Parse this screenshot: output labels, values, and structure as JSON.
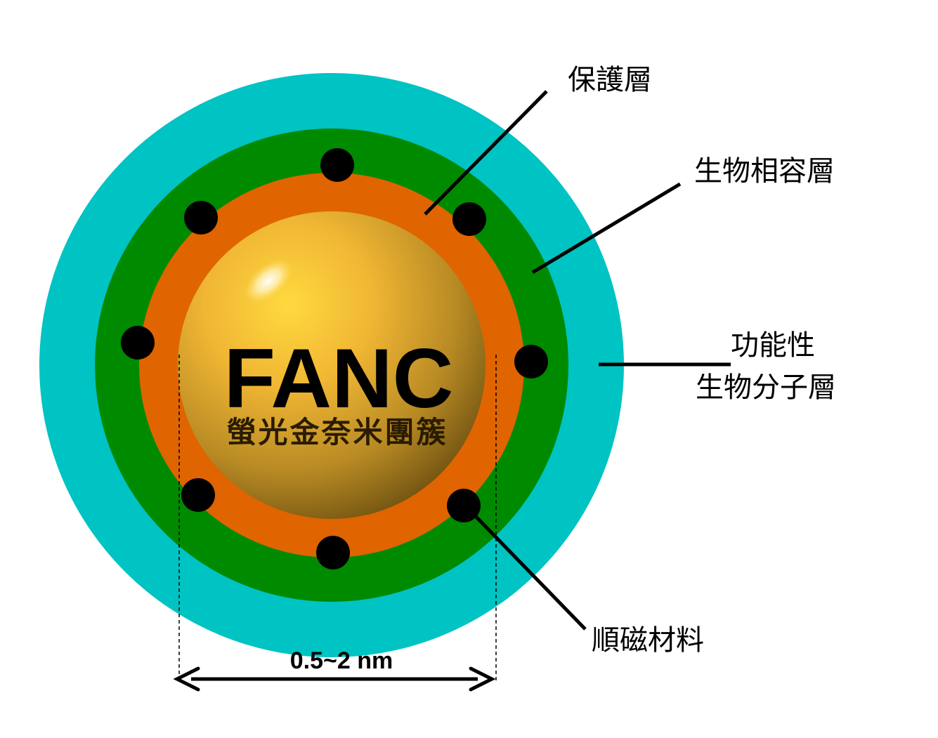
{
  "diagram": {
    "core": {
      "title": "FANC",
      "subtitle": "螢光金奈米團簇"
    },
    "labels": {
      "protective_layer": "保護層",
      "biocompatible_layer": "生物相容層",
      "functional_line1": "功能性",
      "functional_line2": "生物分子層",
      "paramagnetic": "順磁材料"
    },
    "dimension": "0.5~2 nm",
    "colors": {
      "functional_layer": "#00C3C3",
      "biocompatible_layer": "#008A00",
      "protective_layer": "#E06400",
      "core_light": "#FFD23A",
      "core_dark": "#6A4E10",
      "paramagnetic_dot": "#000000"
    }
  }
}
